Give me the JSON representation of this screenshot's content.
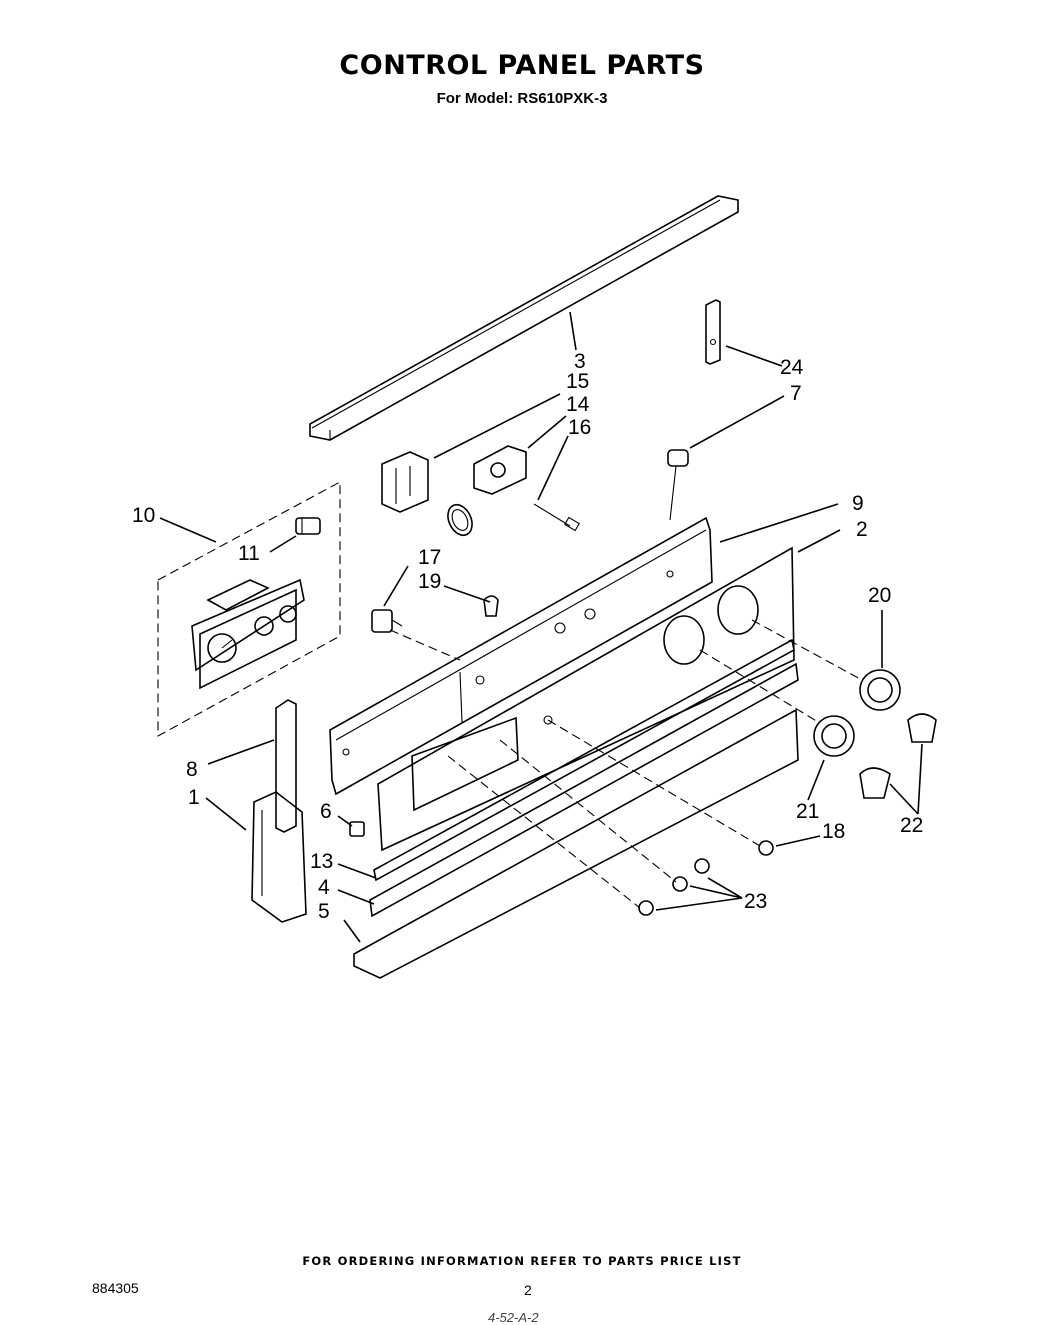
{
  "header": {
    "title": "CONTROL PANEL PARTS",
    "model_line": "For Model: RS610PXK-3"
  },
  "callouts": [
    "3",
    "15",
    "14",
    "16",
    "24",
    "7",
    "10",
    "11",
    "9",
    "2",
    "17",
    "19",
    "20",
    "8",
    "1",
    "6",
    "21",
    "18",
    "22",
    "13",
    "4",
    "5",
    "23"
  ],
  "footer": {
    "ordering_note": "FOR ORDERING INFORMATION REFER TO PARTS PRICE LIST",
    "doc_number": "884305",
    "page_number": "2",
    "handwritten": "4-52-A-2"
  }
}
